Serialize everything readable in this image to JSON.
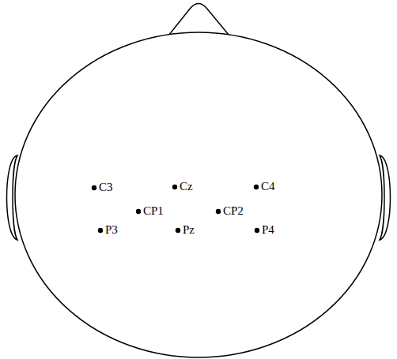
{
  "diagram": {
    "labels": [
      "C3",
      "Cz",
      "C4",
      "CP1",
      "CP2",
      "P3",
      "Pz",
      "P4"
    ]
  }
}
